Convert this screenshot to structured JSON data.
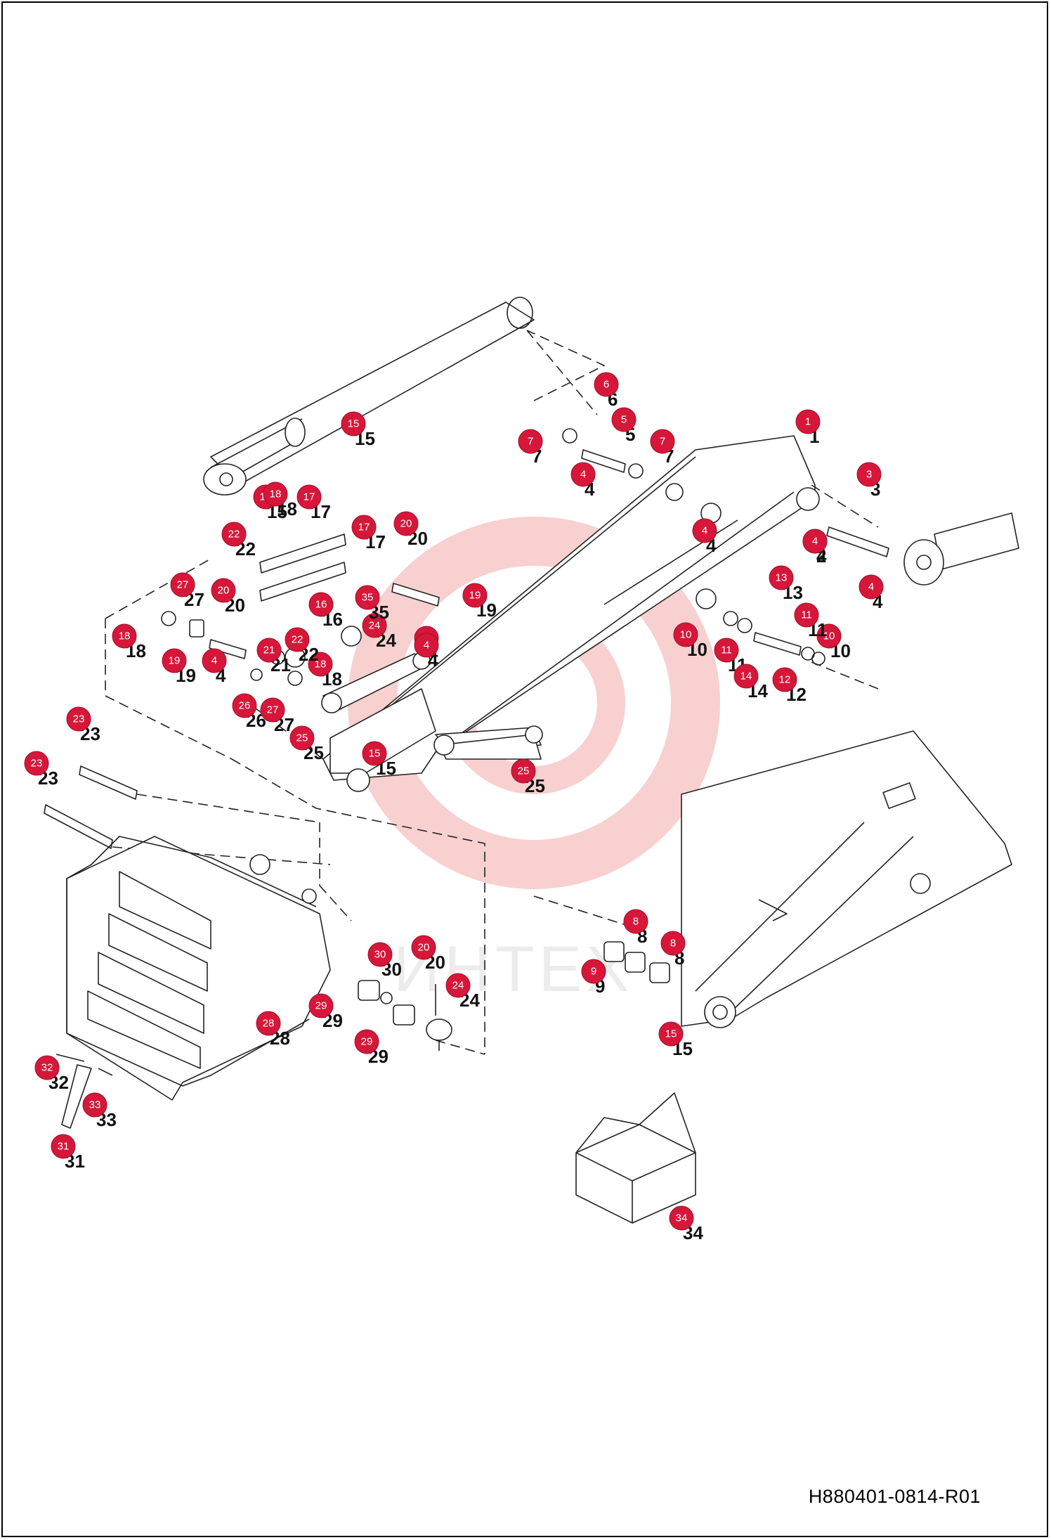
{
  "document": {
    "code": "H880401-0814-R01",
    "watermark_text": "ИНТЕХ",
    "colors": {
      "callout_badge": "#d6173a",
      "watermark": "#f3a8a8",
      "line": "#222222"
    }
  },
  "callouts": [
    {
      "num": "1"
    },
    {
      "num": "2"
    },
    {
      "num": "3"
    },
    {
      "num": "4"
    },
    {
      "num": "4"
    },
    {
      "num": "4"
    },
    {
      "num": "4"
    },
    {
      "num": "4"
    },
    {
      "num": "4"
    },
    {
      "num": "4"
    },
    {
      "num": "5"
    },
    {
      "num": "6"
    },
    {
      "num": "7"
    },
    {
      "num": "7"
    },
    {
      "num": "8"
    },
    {
      "num": "8"
    },
    {
      "num": "9"
    },
    {
      "num": "10"
    },
    {
      "num": "10"
    },
    {
      "num": "11"
    },
    {
      "num": "11"
    },
    {
      "num": "12"
    },
    {
      "num": "13"
    },
    {
      "num": "14"
    },
    {
      "num": "15"
    },
    {
      "num": "15"
    },
    {
      "num": "15"
    },
    {
      "num": "15"
    },
    {
      "num": "16"
    },
    {
      "num": "17"
    },
    {
      "num": "17"
    },
    {
      "num": "18"
    },
    {
      "num": "18"
    },
    {
      "num": "18"
    },
    {
      "num": "19"
    },
    {
      "num": "19"
    },
    {
      "num": "20"
    },
    {
      "num": "20"
    },
    {
      "num": "20"
    },
    {
      "num": "21"
    },
    {
      "num": "22"
    },
    {
      "num": "22"
    },
    {
      "num": "23"
    },
    {
      "num": "23"
    },
    {
      "num": "24"
    },
    {
      "num": "24"
    },
    {
      "num": "25"
    },
    {
      "num": "25"
    },
    {
      "num": "26"
    },
    {
      "num": "27"
    },
    {
      "num": "27"
    },
    {
      "num": "28"
    },
    {
      "num": "29"
    },
    {
      "num": "29"
    },
    {
      "num": "30"
    },
    {
      "num": "31"
    },
    {
      "num": "32"
    },
    {
      "num": "33"
    },
    {
      "num": "34"
    },
    {
      "num": "35"
    }
  ]
}
